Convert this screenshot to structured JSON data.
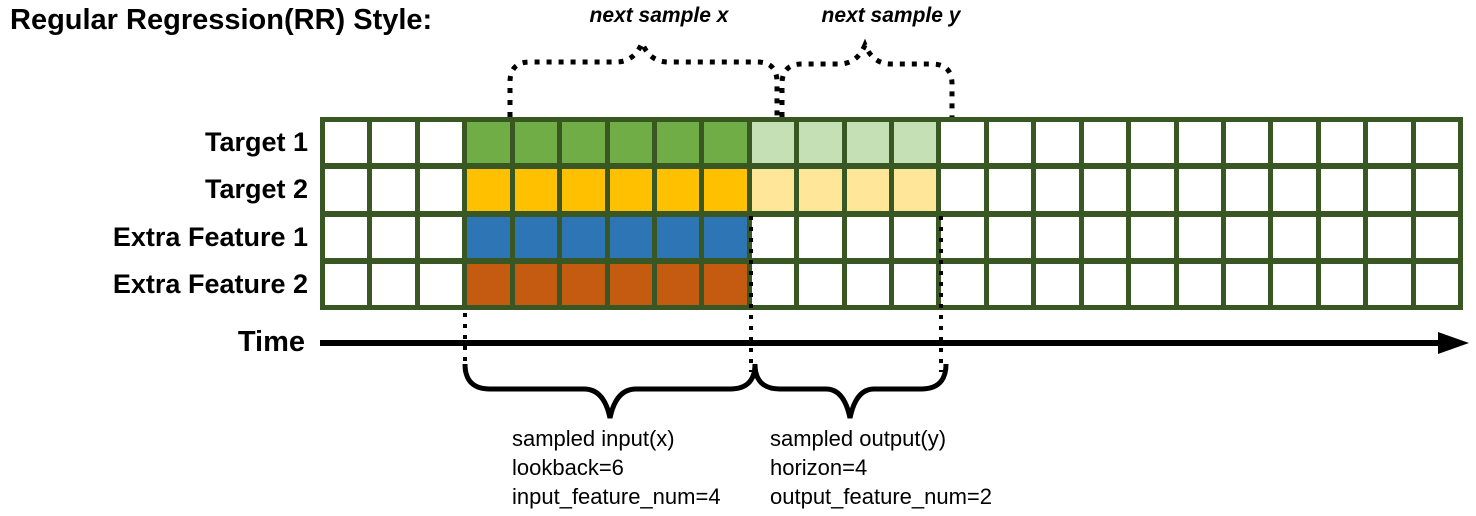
{
  "title": "Regular Regression(RR) Style:",
  "annotations": {
    "next_sample_x": "next sample x",
    "next_sample_y": "next sample y"
  },
  "axis": {
    "label": "Time"
  },
  "grid": {
    "columns": 24,
    "lead_empty_columns": 3,
    "lookback": 6,
    "horizon": 4,
    "border_color": "#385723",
    "empty_color": "#FFFFFF",
    "rows": [
      {
        "label": "Target 1",
        "input_color": "#70AD47",
        "output_color": "#C5E0B4"
      },
      {
        "label": "Target 2",
        "input_color": "#FFC000",
        "output_color": "#FFE699"
      },
      {
        "label": "Extra Feature 1",
        "input_color": "#2E75B6",
        "output_color": "#FFFFFF"
      },
      {
        "label": "Extra Feature 2",
        "input_color": "#C55A11",
        "output_color": "#FFFFFF"
      }
    ]
  },
  "input_annotation": {
    "lines": [
      "sampled input(x)",
      "lookback=6",
      "input_feature_num=4"
    ]
  },
  "output_annotation": {
    "lines": [
      "sampled output(y)",
      "horizon=4",
      "output_feature_num=2"
    ]
  },
  "line_color": "#000000"
}
